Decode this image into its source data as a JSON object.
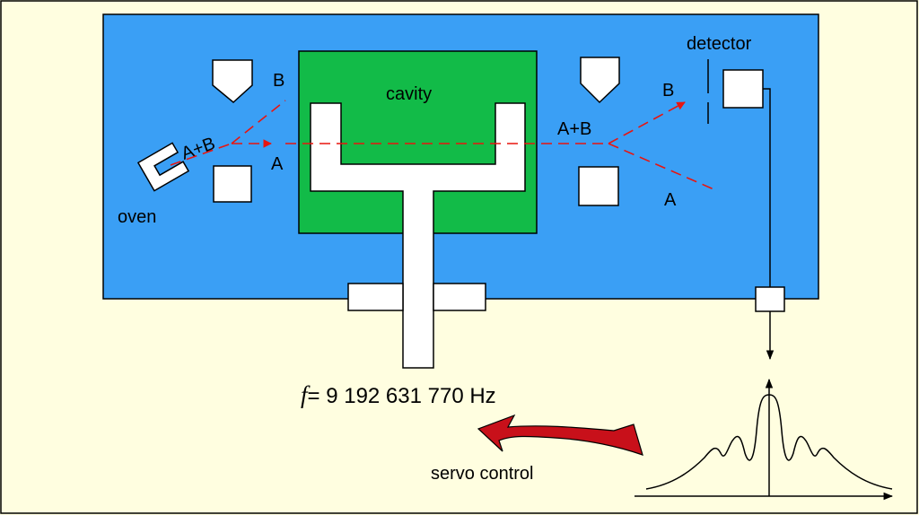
{
  "labels": {
    "oven": "oven",
    "cavity": "cavity",
    "detector": "detector",
    "beam_left_upper": "B",
    "beam_left_combined": "A+B",
    "beam_left_lower": "A",
    "beam_right_combined": "A+B",
    "beam_right_upper": "B",
    "beam_right_lower": "A",
    "servo": "servo control"
  },
  "frequency": {
    "symbol": "f",
    "text": "= 9 192 631 770 Hz"
  },
  "colors": {
    "background": "#fffee0",
    "vacuum_box": "#3a9ff5",
    "cavity": "#12bb48",
    "beam": "#e8150f",
    "servo_arrow": "#c8101a",
    "component": "#ffffff",
    "line": "#000000"
  },
  "icons": {
    "servo_arrow": "curved-arrow-left",
    "resonance_plot": "ramsey-fringe-curve"
  }
}
